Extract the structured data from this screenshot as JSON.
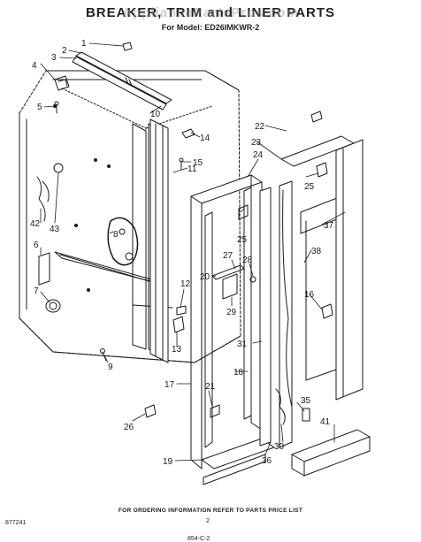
{
  "header": {
    "title": "BREAKER, TRIM and LINER PARTS",
    "model": "For Model: ED26IMKWR-2",
    "watermark": "AppliancePartsPros.com"
  },
  "callouts": [
    "1",
    "2",
    "3",
    "4",
    "5",
    "6",
    "7",
    "8",
    "9",
    "10",
    "11",
    "12",
    "13",
    "14",
    "15",
    "16",
    "17",
    "18",
    "19",
    "20",
    "21",
    "22",
    "23",
    "24",
    "25",
    "25",
    "26",
    "27",
    "28",
    "29",
    "30",
    "31",
    "35",
    "36",
    "37",
    "38",
    "41",
    "42",
    "43"
  ],
  "footer": {
    "note": "FOR ORDERING INFORMATION REFER TO PARTS PRICE LIST",
    "part_number": "877241",
    "page": "2",
    "code": "854-C-2"
  }
}
